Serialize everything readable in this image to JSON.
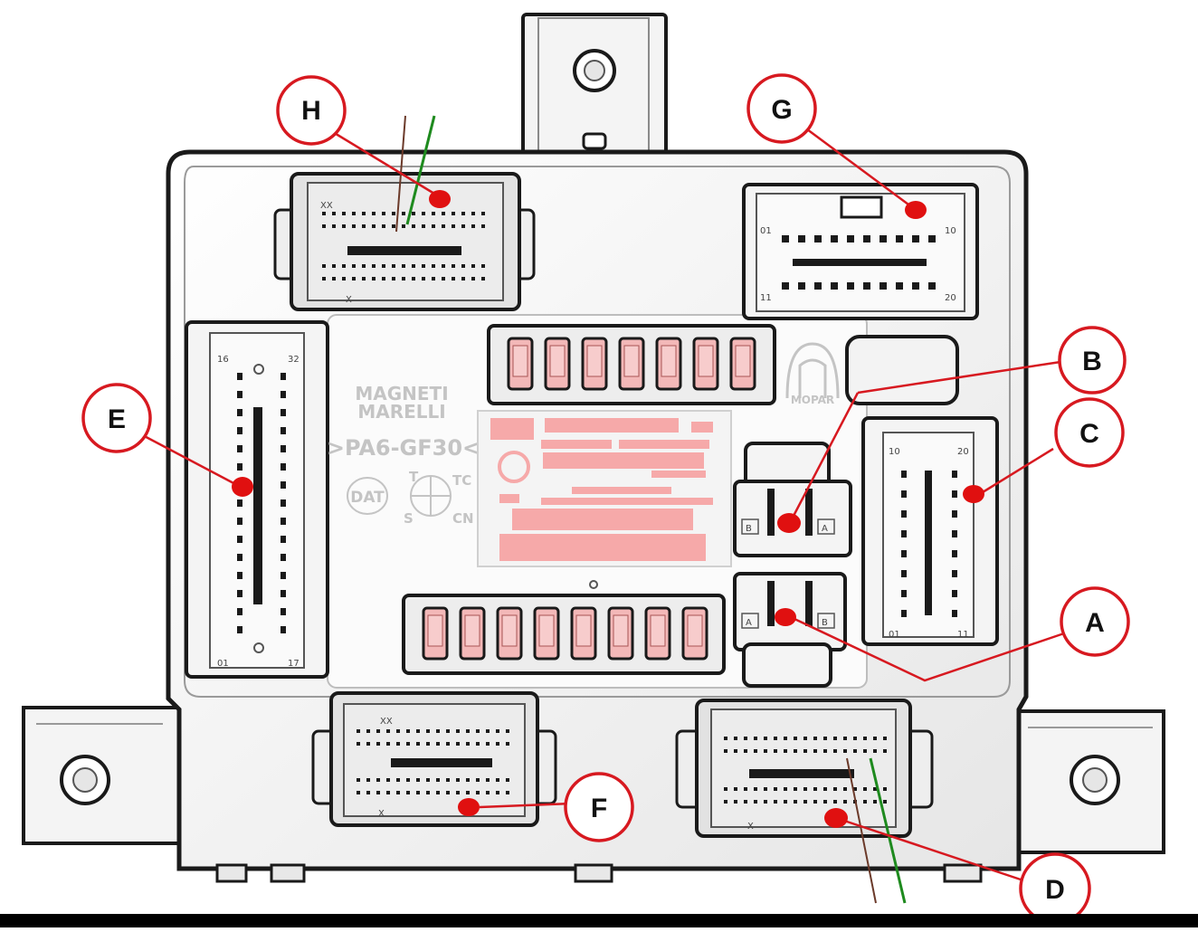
{
  "colors": {
    "callout": "#d71920",
    "housing": "#f7f7f7",
    "outline": "#1a1a1a",
    "connector": "#e9e9e9",
    "fuse": "#f3b8b8",
    "label_block": "#f6a9a9"
  },
  "callouts": [
    {
      "id": "H",
      "label": "H"
    },
    {
      "id": "G",
      "label": "G"
    },
    {
      "id": "B",
      "label": "B"
    },
    {
      "id": "C",
      "label": "C"
    },
    {
      "id": "E",
      "label": "E"
    },
    {
      "id": "A",
      "label": "A"
    },
    {
      "id": "F",
      "label": "F"
    },
    {
      "id": "D",
      "label": "D"
    }
  ],
  "embossing": {
    "brand_top": "MAGNETI",
    "brand_bottom": "MARELLI",
    "material": ">PA6-GF30<",
    "dat": "DAT",
    "t": "T",
    "tc": "TC",
    "s": "S",
    "cn": "CN",
    "mopar": "MOPAR"
  },
  "pin_labels": {
    "g_left": "01",
    "g_right": "10",
    "g_bottom_left": "11",
    "g_bottom_right": "20",
    "e_top_left": "16",
    "e_top_right": "32",
    "e_bottom_left": "01",
    "e_bottom_right": "17",
    "c_top_left": "10",
    "c_top_right": "20",
    "c_bottom_left": "01",
    "c_bottom_right": "11",
    "b_left": "B",
    "b_right": "A",
    "a_left": "A",
    "a_right": "B",
    "h_corner": "XX",
    "f_corner": "XX",
    "x_mark": "X"
  }
}
